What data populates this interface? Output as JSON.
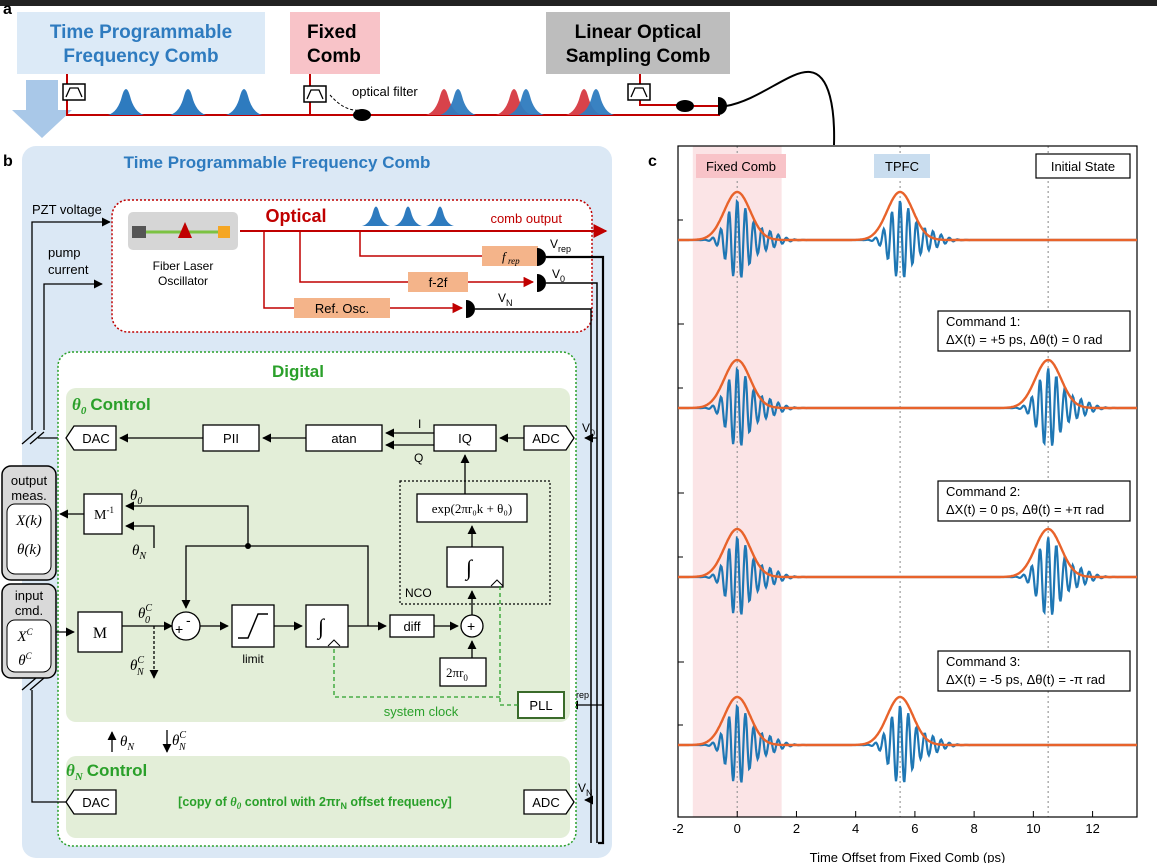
{
  "panel_a": {
    "letter": "a",
    "tpfc_title": [
      "Time Programmable",
      "Frequency Comb"
    ],
    "fixed_title": [
      "Fixed",
      "Comb"
    ],
    "loc_title": [
      "Linear Optical",
      "Sampling Comb"
    ],
    "optical_filter": "optical filter",
    "colors": {
      "tpfc": "#2e7bbf",
      "fixed": "#d8434b",
      "fiber": "#c00000",
      "tpfc_box": "#dceaf7",
      "fixed_box": "#f8c3c8",
      "loc_box": "#bdbdbd"
    }
  },
  "panel_b": {
    "letter": "b",
    "title": "Time Programmable Frequency Comb",
    "pzt_voltage": "PZT voltage",
    "pump_current": [
      "pump",
      "current"
    ],
    "optical_title": "Optical",
    "comb_output": "comb output",
    "fiber_laser": [
      "Fiber Laser",
      "Oscillator"
    ],
    "frep": "f",
    "frep_sub": "rep",
    "f2f": "f-2f",
    "ref_osc": "Ref. Osc.",
    "vrep": "V",
    "vrep_sub": "rep",
    "v0": "V",
    "v0_sub": "0",
    "vn": "V",
    "vn_sub": "N",
    "digital_title": "Digital",
    "theta0_control": "Control",
    "theta0_symbol": "θ",
    "theta0_sub": "0",
    "dac": "DAC",
    "pii": "PII",
    "atan": "atan",
    "iq": "IQ",
    "adc": "ADC",
    "i_label": "I",
    "q_label": "Q",
    "nco_expr": "exp(2πr₀k + θ₀)",
    "nco_label": "NCO",
    "integral": "∫",
    "output_meas": [
      "output",
      "meas."
    ],
    "output_vars": [
      "X(k)",
      "θ(k)"
    ],
    "input_cmd": [
      "input",
      "cmd."
    ],
    "input_vars": [
      "X",
      "θ"
    ],
    "input_sup": "C",
    "minv": "M",
    "minv_sup": "-1",
    "m": "M",
    "theta_sym": "θ",
    "theta_0": "0",
    "theta_n": "N",
    "theta_c": "C",
    "limit": "limit",
    "diff": "diff",
    "two_pi_r0": "2πr",
    "two_pi_r0_sub": "0",
    "pll": "PLL",
    "system_clock": "system clock",
    "thetan_control": "Control",
    "thetan_symbol": "θ",
    "thetan_sub": "N",
    "copy_note_a": "[copy of ",
    "copy_note_b": " control with 2πr",
    "copy_note_c": " offset frequency]",
    "colors": {
      "panel_bg": "#dbe8f5",
      "digital_bg": "#e3eed8",
      "salmon": "#f4b48a",
      "green_text": "#2aa02a",
      "optical_red": "#c00000"
    }
  },
  "panel_c": {
    "letter": "c",
    "fixed_comb": "Fixed Comb",
    "tpfc": "TPFC",
    "initial_state": "Initial State",
    "commands": [
      {
        "title": "Command 1:",
        "text": "ΔX(t) = +5 ps,  Δθ(t) = 0 rad"
      },
      {
        "title": "Command 2:",
        "text": "ΔX(t) = 0 ps,  Δθ(t) = +π rad"
      },
      {
        "title": "Command 3:",
        "text": "ΔX(t) = -5 ps,  Δθ(t) = -π rad"
      }
    ],
    "xlabel": "Time Offset from Fixed Comb (ps)",
    "colors": {
      "fixed_band": "#fbe4e6",
      "fixed_label_bg": "#f8c3c8",
      "tpfc_label_bg": "#c9ddef",
      "blue": "#1f77b4",
      "orange": "#e8632b"
    }
  },
  "chart_data": {
    "type": "line",
    "xlabel": "Time Offset from Fixed Comb (ps)",
    "xlim": [
      -2,
      13.5
    ],
    "xticks": [
      "-2",
      "0",
      "2",
      "4",
      "6",
      "8",
      "10",
      "12"
    ],
    "xtick_values": [
      -2,
      0,
      2,
      4,
      6,
      8,
      10,
      12
    ],
    "grid": false,
    "fixed_comb_band": [
      -1.5,
      1.5
    ],
    "traces": [
      {
        "name": "Initial State",
        "fixed_pulse_center": 0,
        "tpfc_pulse_center": 5.5
      },
      {
        "name": "Command 1",
        "fixed_pulse_center": 0,
        "tpfc_pulse_center": 10.5
      },
      {
        "name": "Command 2",
        "fixed_pulse_center": 0,
        "tpfc_pulse_center": 10.5
      },
      {
        "name": "Command 3",
        "fixed_pulse_center": 0,
        "tpfc_pulse_center": 5.5
      }
    ],
    "dotted_markers": [
      0,
      5.5,
      10.5
    ]
  }
}
